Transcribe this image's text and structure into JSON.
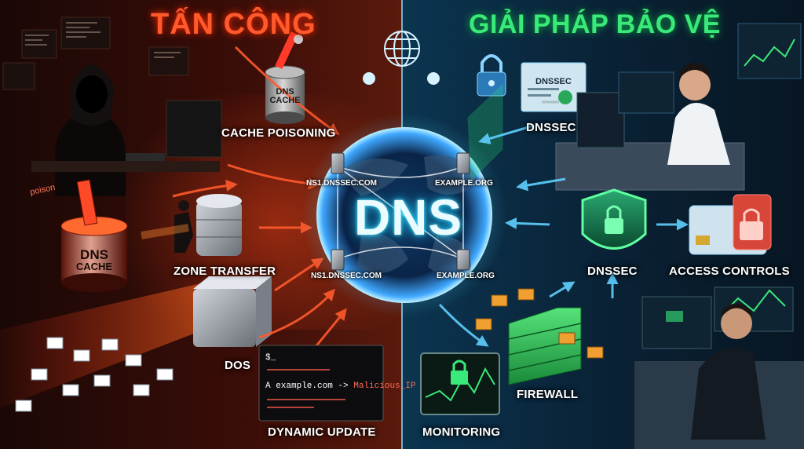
{
  "titles": {
    "attack": "TẤN CÔNG",
    "defense": "GIẢI PHÁP BẢO VỆ"
  },
  "center": {
    "label": "DNS",
    "servers": [
      "NS1.DNSSEC.COM",
      "EXAMPLE.ORG",
      "NS1.DNSSEC.COM",
      "EXAMPLE.ORG"
    ]
  },
  "attacks": {
    "cache_poisoning": "CACHE POISONING",
    "zone_transfer": "ZONE TRANSFER",
    "dos": "DOS",
    "dynamic_update": "DYNAMIC UPDATE",
    "poison_tag": "poison",
    "cache_barrel_small": {
      "line1": "DNS",
      "line2": "CACHE"
    },
    "cache_barrel_large": {
      "line1": "DNS",
      "line2": "CACHE"
    }
  },
  "terminal": {
    "prompt": "$_",
    "cmd_prefix": "A example.com ->",
    "cmd_target": "Malicious_IP"
  },
  "defenses": {
    "dnssec_certificate": "DNSSEC",
    "cert_badge": "DNSSEC",
    "dnssec_shield": "DNSSEC",
    "access_controls": "ACCESS CONTROLS",
    "firewall": "FIREWALL",
    "monitoring": "MONITORING"
  },
  "colors": {
    "attack_accent": "#ff5a2c",
    "defense_accent": "#39e97a",
    "dns_glow": "#1ad3ff"
  }
}
